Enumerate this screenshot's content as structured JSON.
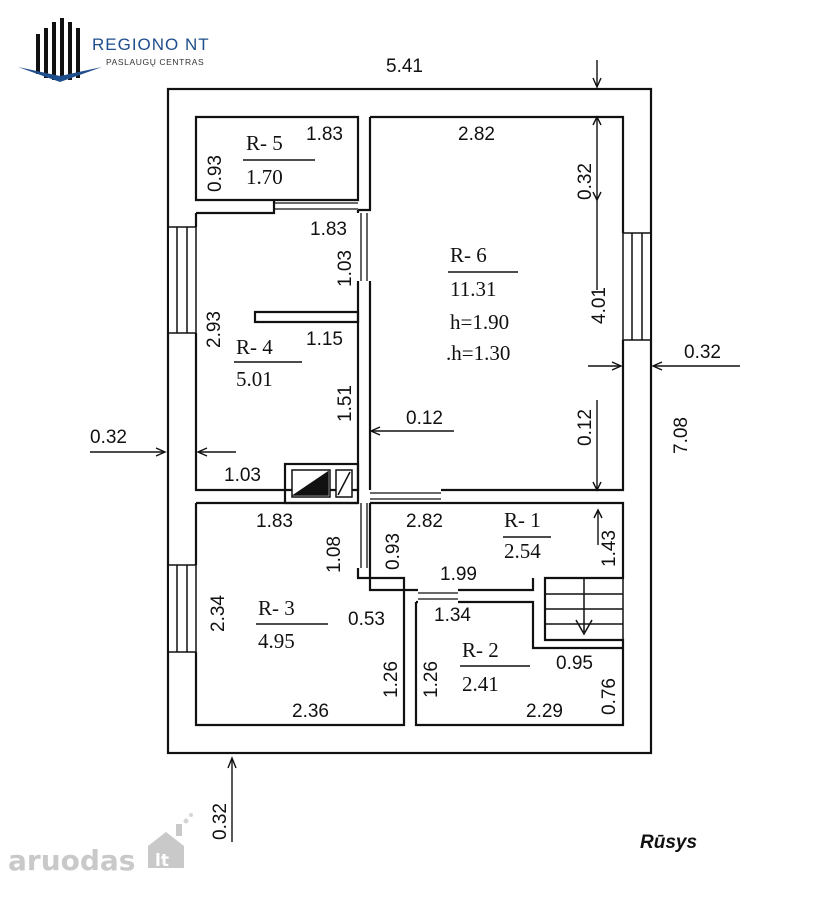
{
  "brand": {
    "name": "REGIONO NT",
    "subtitle": "PASLAUGŲ CENTRAS",
    "color": "#1f4e8c"
  },
  "caption": "Rūsys",
  "watermark": {
    "text": "aruodas",
    "suffix": "lt"
  },
  "dimensions": {
    "top_width": "5.41",
    "right_height": "7.08",
    "right_wall": "0.32",
    "left_wall": "0.32",
    "bottom_wall": "0.32",
    "inner_wall": "0.12",
    "r5_width": "1.83",
    "r5_height": "0.93",
    "r6_width": "2.82",
    "r6_top_offset": "0.32",
    "r6_height": "4.01",
    "r6_bottom_offset": "0.12",
    "r4_top_width": "1.83",
    "r4_door": "1.03",
    "r4_height": "2.93",
    "r4_partition": "1.15",
    "r4_lower": "1.51",
    "r4_bottom": "1.03",
    "r3_width": "1.83",
    "r3_door": "1.08",
    "r3_height": "2.34",
    "r3_notch": "0.53",
    "r3_lower": "1.26",
    "r3_bottom": "2.36",
    "r1_height": "0.93",
    "r1_width": "2.82",
    "r1_right": "1.43",
    "r1_bottom": "1.99",
    "r2_door": "1.34",
    "r2_height": "1.26",
    "r2_notch": "0.95",
    "r2_right": "0.76",
    "r2_bottom": "2.29"
  },
  "rooms": [
    {
      "id": "r5",
      "name": "R- 5",
      "area": "1.70"
    },
    {
      "id": "r6",
      "name": "R- 6",
      "area": "11.31",
      "h1": "h=1.90",
      "h2": ".h=1.30"
    },
    {
      "id": "r4",
      "name": "R- 4",
      "area": "5.01"
    },
    {
      "id": "r3",
      "name": "R- 3",
      "area": "4.95"
    },
    {
      "id": "r1",
      "name": "R- 1",
      "area": "2.54"
    },
    {
      "id": "r2",
      "name": "R- 2",
      "area": "2.41"
    }
  ]
}
